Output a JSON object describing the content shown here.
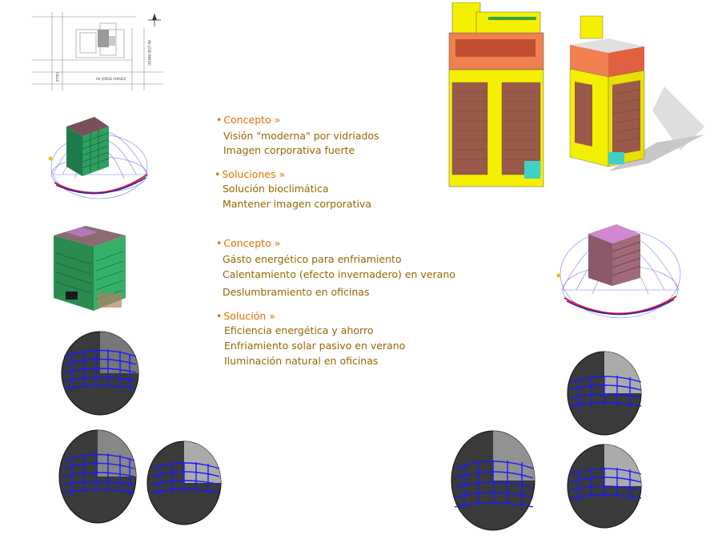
{
  "bullets": [
    {
      "heading": "Concepto »",
      "items": [
        "Visión \"moderna\" por vidriados",
        "Imagen corporativa fuerte"
      ]
    },
    {
      "heading": "Soluciones »",
      "items": [
        "Solución bioclimática",
        "Mantener imagen corporativa"
      ]
    },
    {
      "heading": "Concepto »",
      "items": [
        "Gásto energético para enfriamiento",
        "Calentamiento (efecto invernadero) en verano",
        "Deslumbramiento en oficinas"
      ]
    },
    {
      "heading": "Solución »",
      "items": [
        "Eficiencia energética y ahorro",
        "Enfriamiento solar pasivo en verano",
        "Iluminación natural en oficinas"
      ]
    }
  ],
  "site_plan": {
    "street_1": "AV. JOSE PARDO",
    "street_2": "AV. JORGE CHAVEZ",
    "street_3": "CALLE"
  },
  "colors": {
    "text": "#996600",
    "heading": "#e07000",
    "facade_yellow": "#f5f000",
    "facade_orange": "#f08050",
    "facade_green": "#2e9a5a",
    "sun_path": "#1a1aff"
  }
}
